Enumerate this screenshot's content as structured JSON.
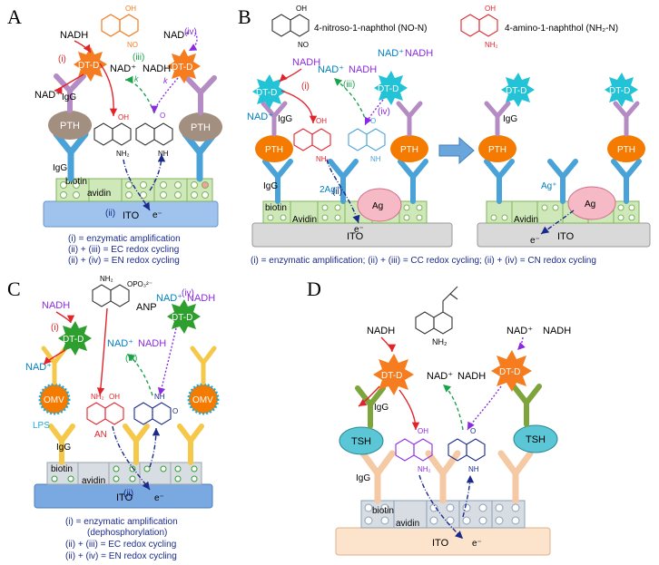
{
  "colors": {
    "ito_blue": "#9fc3ec",
    "ito_grey": "#d9d9d9",
    "ito_peach": "#fbe3cc",
    "biotin_green": "#cfe8b9",
    "biotin_grey": "#d8dde3",
    "dtd_orange": "#f57c1f",
    "dtd_cyan": "#22c3d6",
    "dtd_green": "#2e9e2e",
    "pth_brown": "#a38f80",
    "pth_orange": "#f57b00",
    "omv_orange": "#f57b00",
    "tsh_cyan": "#5bc6d6",
    "igg_blue": "#4aa3d8",
    "igg_purple": "#b58bc4",
    "igg_yellow": "#f6c84a",
    "igg_green": "#7ea53c",
    "igg_peach": "#f4c9a4",
    "red": "#e0242b",
    "green": "#1aa34a",
    "purple": "#8a2be2",
    "navy": "#1a2a8a",
    "cyan_text": "#0080c0",
    "ag_pink": "#f6b9c6"
  },
  "panels": {
    "A": {
      "letter": "A",
      "labels": {
        "nadh_1": "NADH",
        "nadp_1": "NAD⁺",
        "nadp_2": "NAD⁺",
        "nadh_2": "NADH",
        "nadp_3": "NAD⁺",
        "step_i": "(i)",
        "step_iii": "(iii)",
        "step_iv": "(iv)",
        "step_ii": "(ii)",
        "k_left": "k",
        "k_right": "k",
        "enzyme_1": "DT-D",
        "enzyme_2": "DT-D",
        "igg_top": "IgG",
        "igg_bottom": "IgG",
        "antigen_1": "PTH",
        "antigen_2": "PTH",
        "biotin": "biotin",
        "avidin": "avidin",
        "electrode": "ITO",
        "electron": "e⁻",
        "oh": "OH",
        "nh2": "NH₂",
        "o": "O",
        "nh": "NH",
        "no": "NO",
        "oh_top": "OH"
      },
      "legend": [
        "(i) = enzymatic amplification",
        "(ii) + (iii) = EC redox cycling",
        "(ii) + (iv) = EN redox cycling"
      ]
    },
    "B": {
      "letter": "B",
      "labels": {
        "no_n_name": "4-nitroso-1-naphthol (NO-N)",
        "nh2_n_name": "4-amino-1-naphthol (NH₂-N)",
        "oh_1": "OH",
        "no_1": "NO",
        "oh_2": "OH",
        "nh2_2": "NH₂",
        "nadh_1": "NADH",
        "nadp_1": "NAD⁺",
        "nadp_2": "NAD⁺",
        "nadh_2": "NADH",
        "nadp_3": "NAD⁺",
        "nadh_3": "NADH",
        "step_i": "(i)",
        "step_iii": "(iii)",
        "step_iv": "(iv)",
        "step_ii": "(ii)",
        "enzyme": "DT-D",
        "igg": "IgG",
        "igg_2": "IgG",
        "igg_right": "IgG",
        "antigen_1": "PTH",
        "antigen_2": "PTH",
        "antigen_3": "PTH",
        "antigen_4": "PTH",
        "biotin": "biotin",
        "avidin": "Avidin",
        "avidin_right": "Avidin",
        "ag_label": "Ag",
        "ag_label_right": "Ag",
        "two_ag": "2Ag⁺",
        "ag_plus": "Ag⁺",
        "electrode": "ITO",
        "electrode_right": "ITO",
        "electron": "e⁻",
        "oh_struct": "OH",
        "nh2_struct": "NH₂",
        "o_struct": "O",
        "nh_struct": "NH"
      },
      "legend": "(i) = enzymatic amplification; (ii) + (iii) = CC redox cycling; (ii) + (iv) = CN redox cycling"
    },
    "C": {
      "letter": "C",
      "labels": {
        "nh2_top": "NH₂",
        "opo3": "OPO₃²⁻",
        "anp": "ANP",
        "nadh_1": "NADH",
        "nadp_1": "NAD⁺",
        "nadp_2": "NAD⁺",
        "nadh_2": "NADH",
        "nadp_3": "NAD⁺",
        "nadh_3": "NADH",
        "step_i": "(i)",
        "step_iii": "(iii)",
        "step_iv": "(iv)",
        "step_ii": "(ii)",
        "enzyme_1": "DT-D",
        "enzyme_2": "DT-D",
        "omv_1": "OMV",
        "omv_2": "OMV",
        "lps": "LPS",
        "an": "AN",
        "igg": "IgG",
        "biotin": "biotin",
        "avidin": "avidin",
        "electrode": "ITO",
        "electron": "e⁻",
        "nh2_s": "NH₂",
        "oh_s": "OH",
        "nh_s": "NH",
        "o_s": "O"
      },
      "legend": [
        "(i) = enzymatic amplification",
        "(dephosphorylation)",
        "(ii) + (iii) = EC redox cycling",
        "(ii) + (iv) = EN redox cycling"
      ]
    },
    "D": {
      "letter": "D",
      "labels": {
        "nh2_top": "NH₂",
        "nadh_1": "NADH",
        "nadp_1": "NAD⁺",
        "nadh_2": "NADH",
        "nadp_2": "NAD⁺",
        "nadh_3": "NADH",
        "enzyme_1": "DT-D",
        "enzyme_2": "DT-D",
        "igg_top": "IgG",
        "igg_bottom": "IgG",
        "antigen_1": "TSH",
        "antigen_2": "TSH",
        "biotin": "biotin",
        "avidin": "avidin",
        "electrode": "ITO",
        "electron": "e⁻",
        "oh_s": "OH",
        "nh2_s": "NH₂",
        "o_s": "O",
        "nh_s": "NH"
      }
    }
  }
}
